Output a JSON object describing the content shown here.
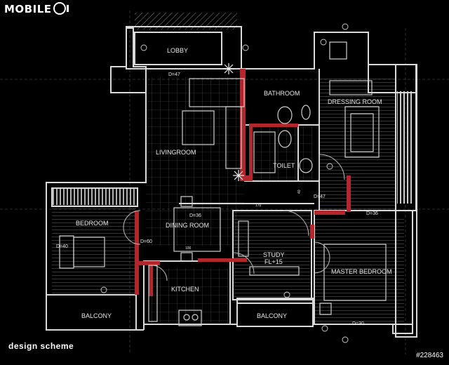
{
  "watermark": {
    "logo": "MOBILE01",
    "logo_text": "MOBILE"
  },
  "caption": "design scheme",
  "image_id": "#228463",
  "rooms": {
    "lobby": "LOBBY",
    "bathroom": "BATHROOM",
    "dressing_room": "DRESSING ROOM",
    "living_room": "LIVINGROOM",
    "toilet": "TOILET",
    "bedroom": "BEDROOM",
    "dining_room": "DINING ROOM",
    "study": "STUDY",
    "study_level": "FL+15",
    "master_bedroom": "MASTER BEDROOM",
    "kitchen": "KITCHEN",
    "balcony_left": "BALCONY",
    "balcony_right": "BALCONY"
  },
  "dimensions": {
    "d47_top": "D=47",
    "d36_dining": "D=36",
    "d40_bedroom": "D=40",
    "d60_bedroom": "D=60",
    "d47_right": "D=47",
    "d36_right": "D=36",
    "d30_bottom": "D=30",
    "n170": "170",
    "n100": "100",
    "n40": "40"
  },
  "colors": {
    "background": "#000000",
    "line": "#d9d9d9",
    "grid": "#6e6e6e",
    "accent_wall": "#b3262b"
  }
}
